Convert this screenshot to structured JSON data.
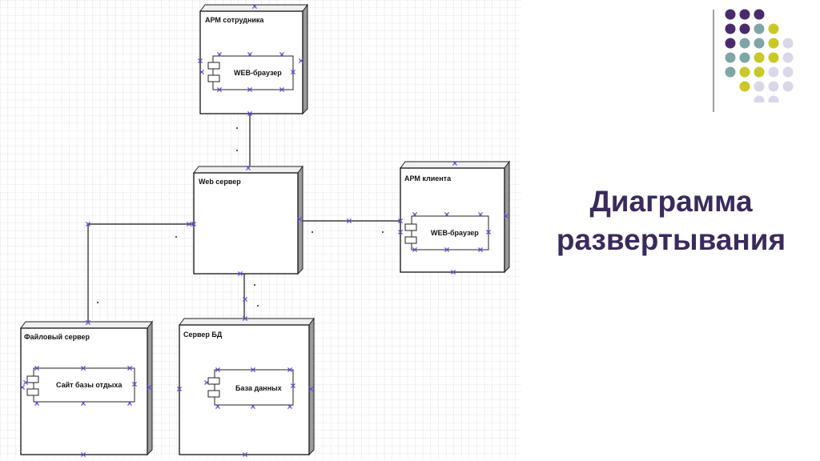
{
  "slide": {
    "title_line1": "Диаграмма",
    "title_line2": "развертывания"
  },
  "colors": {
    "purple": "#4a2a6b",
    "teal": "#7fa6a6",
    "olive": "#c9c826",
    "lavender": "#d8d8e8",
    "grid": "#b9b9b9",
    "handle": "#5a4fd6",
    "title": "#3b2a5c"
  },
  "nodes": [
    {
      "id": "arm-employee",
      "label": "АРМ сотрудника",
      "component": "WEB-браузер"
    },
    {
      "id": "web-server",
      "label": "Web сервер",
      "component": ""
    },
    {
      "id": "arm-client",
      "label": "АРМ клиента",
      "component": "WEB-браузер"
    },
    {
      "id": "file-server",
      "label": "Файловый сервер",
      "component": "Сайт базы отдыха"
    },
    {
      "id": "db-server",
      "label": "Сервер БД",
      "component": "База данных"
    }
  ],
  "decor_dots": [
    [
      "purple",
      "purple",
      "purple",
      "none"
    ],
    [
      "purple",
      "purple",
      "teal",
      "olive"
    ],
    [
      "purple",
      "teal",
      "teal",
      "olive",
      "lavender"
    ],
    [
      "teal",
      "teal",
      "olive",
      "olive",
      "lavender"
    ],
    [
      "teal",
      "olive",
      "olive",
      "lavender",
      "lavender"
    ],
    [
      "olive",
      "lavender",
      "lavender",
      "lavender"
    ],
    [
      "lavender",
      "lavender"
    ]
  ]
}
